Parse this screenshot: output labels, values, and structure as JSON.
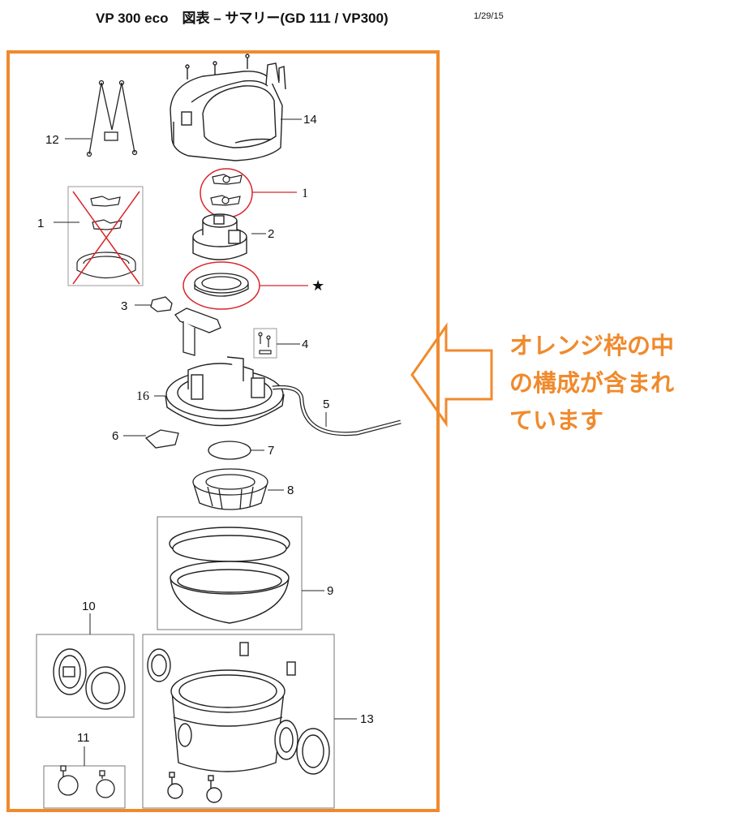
{
  "header": {
    "title": "VP 300 eco　図表 – サマリー(GD 111 / VP300)",
    "date": "1/29/15"
  },
  "callouts": {
    "c1": "1",
    "c1b": "1",
    "c2": "2",
    "c3": "3",
    "c4": "4",
    "c5": "5",
    "c6": "6",
    "c7": "7",
    "c8": "8",
    "c9": "9",
    "c10": "10",
    "c11": "11",
    "c12": "12",
    "c13": "13",
    "c14": "14",
    "c16": "16",
    "star": "★"
  },
  "note": {
    "line1": "オレンジ枠の中",
    "line2": "の構成が含まれ",
    "line3": "ています"
  },
  "colors": {
    "accent_orange": "#f08a2c",
    "highlight_red": "#d9262c",
    "line_art": "#222222"
  }
}
